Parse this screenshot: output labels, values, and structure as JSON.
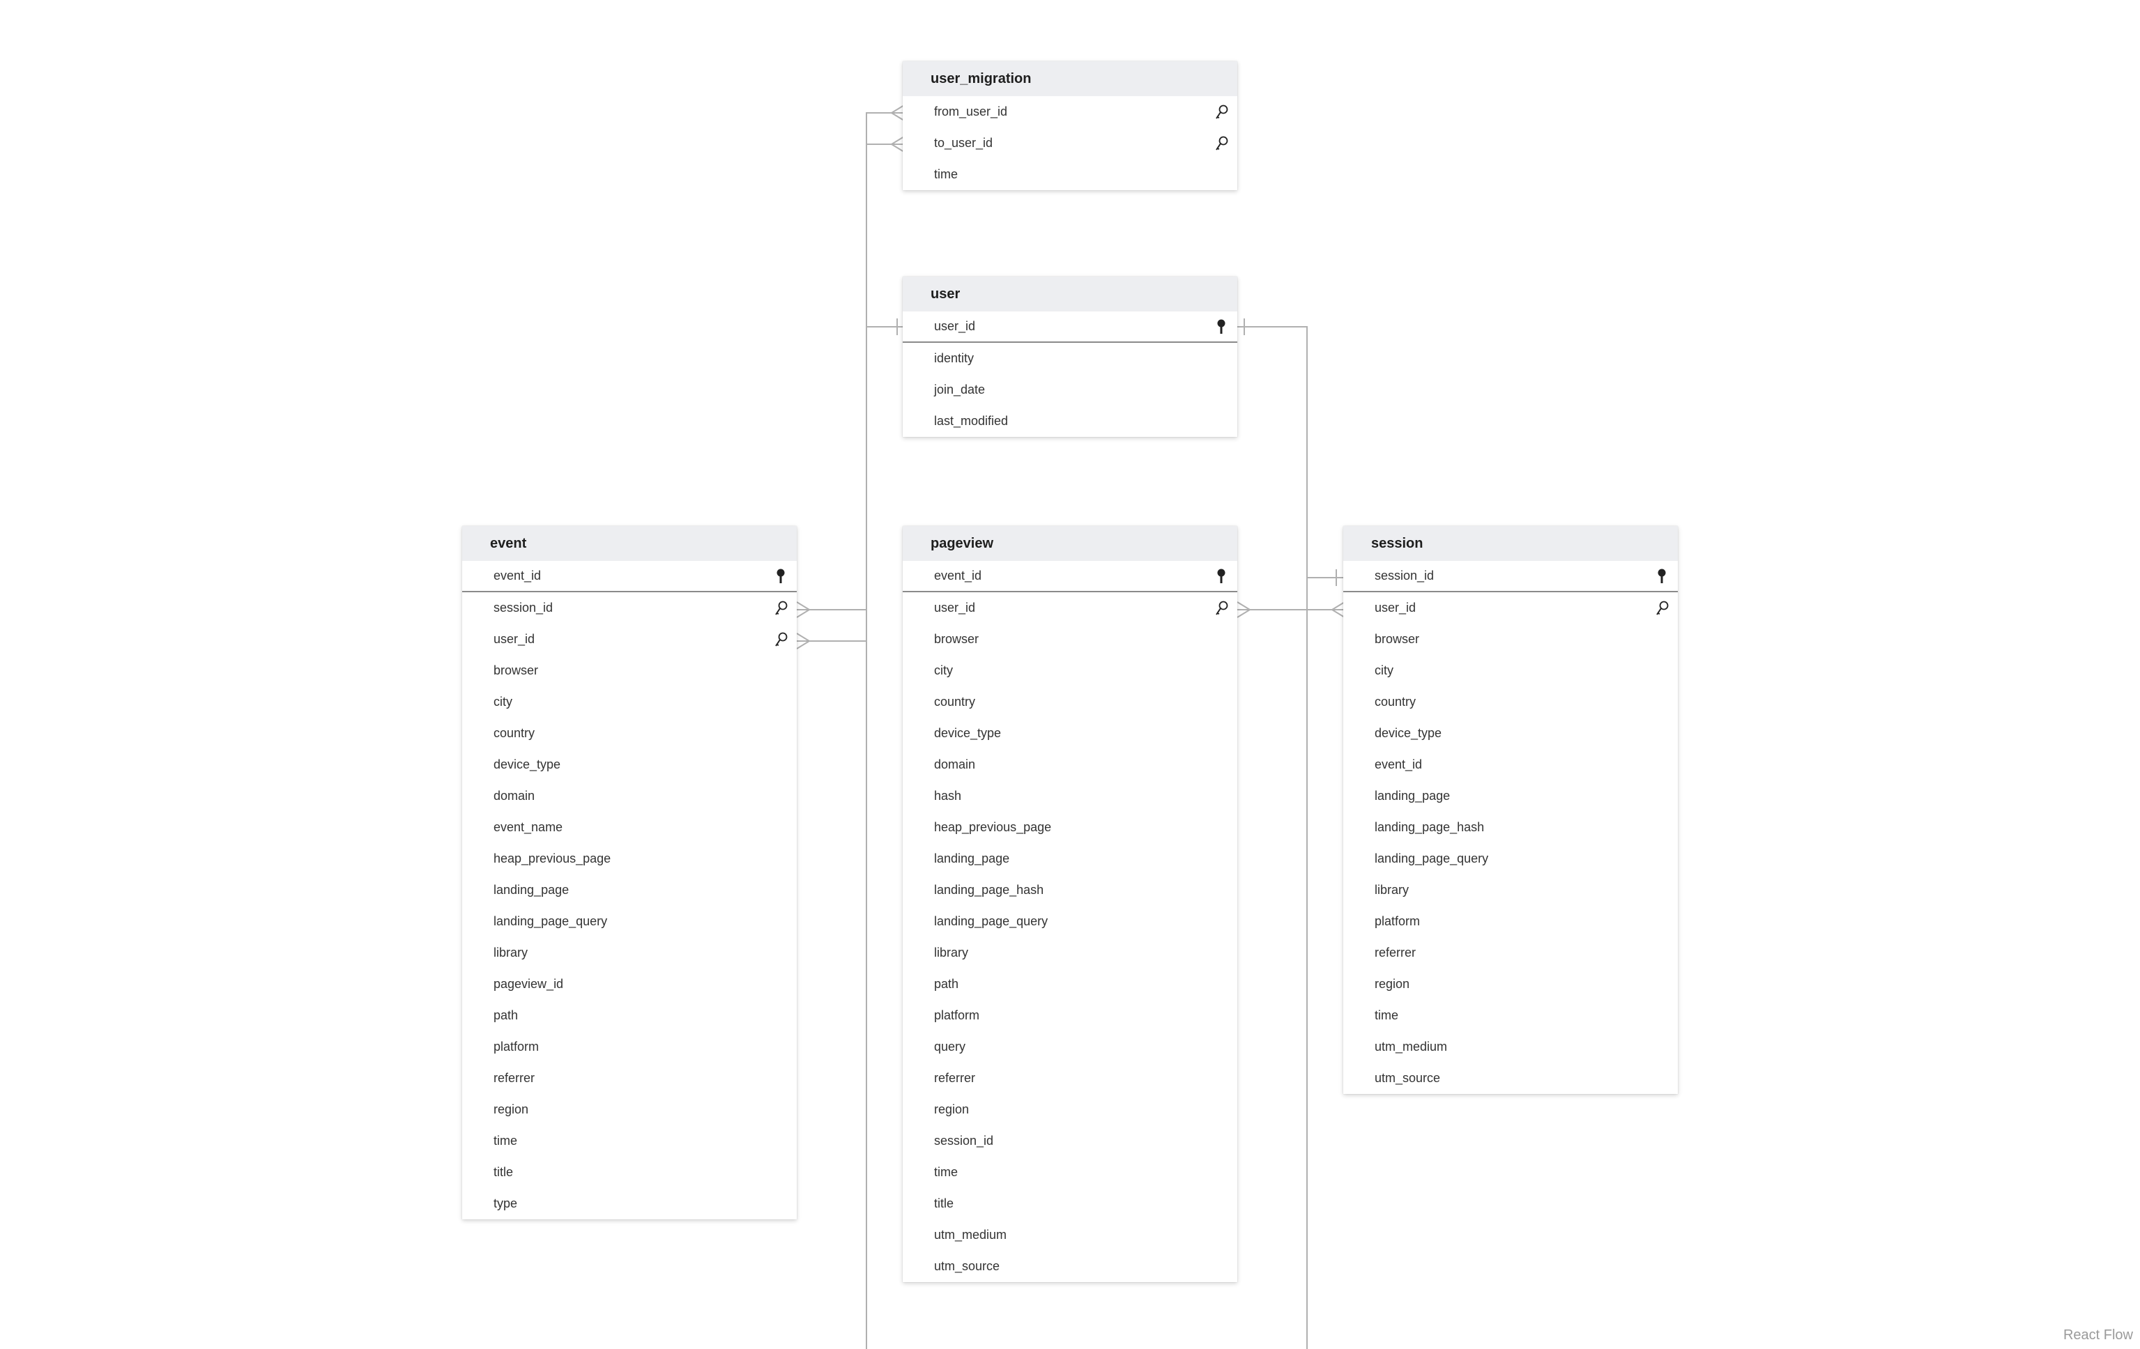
{
  "diagram": {
    "tables": [
      {
        "id": "user_migration",
        "name": "user_migration",
        "columns": [
          {
            "name": "from_user_id",
            "key": "fk"
          },
          {
            "name": "to_user_id",
            "key": "fk"
          },
          {
            "name": "time",
            "key": ""
          }
        ]
      },
      {
        "id": "user",
        "name": "user",
        "columns": [
          {
            "name": "user_id",
            "key": "pk"
          },
          {
            "name": "identity",
            "key": ""
          },
          {
            "name": "join_date",
            "key": ""
          },
          {
            "name": "last_modified",
            "key": ""
          }
        ]
      },
      {
        "id": "event",
        "name": "event",
        "columns": [
          {
            "name": "event_id",
            "key": "pk"
          },
          {
            "name": "session_id",
            "key": "fk"
          },
          {
            "name": "user_id",
            "key": "fk"
          },
          {
            "name": "browser",
            "key": ""
          },
          {
            "name": "city",
            "key": ""
          },
          {
            "name": "country",
            "key": ""
          },
          {
            "name": "device_type",
            "key": ""
          },
          {
            "name": "domain",
            "key": ""
          },
          {
            "name": "event_name",
            "key": ""
          },
          {
            "name": "heap_previous_page",
            "key": ""
          },
          {
            "name": "landing_page",
            "key": ""
          },
          {
            "name": "landing_page_query",
            "key": ""
          },
          {
            "name": "library",
            "key": ""
          },
          {
            "name": "pageview_id",
            "key": ""
          },
          {
            "name": "path",
            "key": ""
          },
          {
            "name": "platform",
            "key": ""
          },
          {
            "name": "referrer",
            "key": ""
          },
          {
            "name": "region",
            "key": ""
          },
          {
            "name": "time",
            "key": ""
          },
          {
            "name": "title",
            "key": ""
          },
          {
            "name": "type",
            "key": ""
          }
        ]
      },
      {
        "id": "pageview",
        "name": "pageview",
        "columns": [
          {
            "name": "event_id",
            "key": "pk"
          },
          {
            "name": "user_id",
            "key": "fk"
          },
          {
            "name": "browser",
            "key": ""
          },
          {
            "name": "city",
            "key": ""
          },
          {
            "name": "country",
            "key": ""
          },
          {
            "name": "device_type",
            "key": ""
          },
          {
            "name": "domain",
            "key": ""
          },
          {
            "name": "hash",
            "key": ""
          },
          {
            "name": "heap_previous_page",
            "key": ""
          },
          {
            "name": "landing_page",
            "key": ""
          },
          {
            "name": "landing_page_hash",
            "key": ""
          },
          {
            "name": "landing_page_query",
            "key": ""
          },
          {
            "name": "library",
            "key": ""
          },
          {
            "name": "path",
            "key": ""
          },
          {
            "name": "platform",
            "key": ""
          },
          {
            "name": "query",
            "key": ""
          },
          {
            "name": "referrer",
            "key": ""
          },
          {
            "name": "region",
            "key": ""
          },
          {
            "name": "session_id",
            "key": ""
          },
          {
            "name": "time",
            "key": ""
          },
          {
            "name": "title",
            "key": ""
          },
          {
            "name": "utm_medium",
            "key": ""
          },
          {
            "name": "utm_source",
            "key": ""
          }
        ]
      },
      {
        "id": "session",
        "name": "session",
        "columns": [
          {
            "name": "session_id",
            "key": "pk"
          },
          {
            "name": "user_id",
            "key": "fk"
          },
          {
            "name": "browser",
            "key": ""
          },
          {
            "name": "city",
            "key": ""
          },
          {
            "name": "country",
            "key": ""
          },
          {
            "name": "device_type",
            "key": ""
          },
          {
            "name": "event_id",
            "key": ""
          },
          {
            "name": "landing_page",
            "key": ""
          },
          {
            "name": "landing_page_hash",
            "key": ""
          },
          {
            "name": "landing_page_query",
            "key": ""
          },
          {
            "name": "library",
            "key": ""
          },
          {
            "name": "platform",
            "key": ""
          },
          {
            "name": "referrer",
            "key": ""
          },
          {
            "name": "region",
            "key": ""
          },
          {
            "name": "time",
            "key": ""
          },
          {
            "name": "utm_medium",
            "key": ""
          },
          {
            "name": "utm_source",
            "key": ""
          }
        ]
      }
    ],
    "relationships": [
      {
        "from": "user_migration.from_user_id",
        "to": "user.user_id",
        "type": "many-to-one"
      },
      {
        "from": "user_migration.to_user_id",
        "to": "user.user_id",
        "type": "many-to-one"
      },
      {
        "from": "event.session_id",
        "to": "session.session_id",
        "type": "many-to-one"
      },
      {
        "from": "event.user_id",
        "to": "user.user_id",
        "type": "many-to-one"
      },
      {
        "from": "pageview.user_id",
        "to": "user.user_id",
        "type": "many-to-one"
      },
      {
        "from": "session.user_id",
        "to": "user.user_id",
        "type": "many-to-one"
      }
    ],
    "icons": {
      "pk": "key-icon",
      "fk": "foreign-key-icon"
    }
  },
  "watermark": "React Flow",
  "colors": {
    "header_bg": "#edeef1",
    "edge": "#b0b0b0",
    "canvas": "#ffffff"
  }
}
